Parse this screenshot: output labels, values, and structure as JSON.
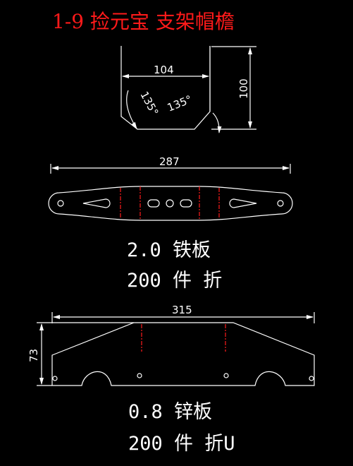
{
  "title": "1-9 捡元宝 支架帽檐",
  "part1": {
    "dim_top_width": "104",
    "dim_height": "100",
    "angle_left": "135°",
    "angle_right": "135°",
    "dim_length": "287",
    "material": "2.0 铁板",
    "quantity": "200 件 折"
  },
  "part2": {
    "dim_length": "315",
    "dim_height": "73",
    "material": "0.8 锌板",
    "quantity": "200 件 折U"
  },
  "colors": {
    "background": "#000000",
    "lines": "#ffffff",
    "title": "#ff1a1a",
    "bend_lines": "#ff1a1a"
  }
}
